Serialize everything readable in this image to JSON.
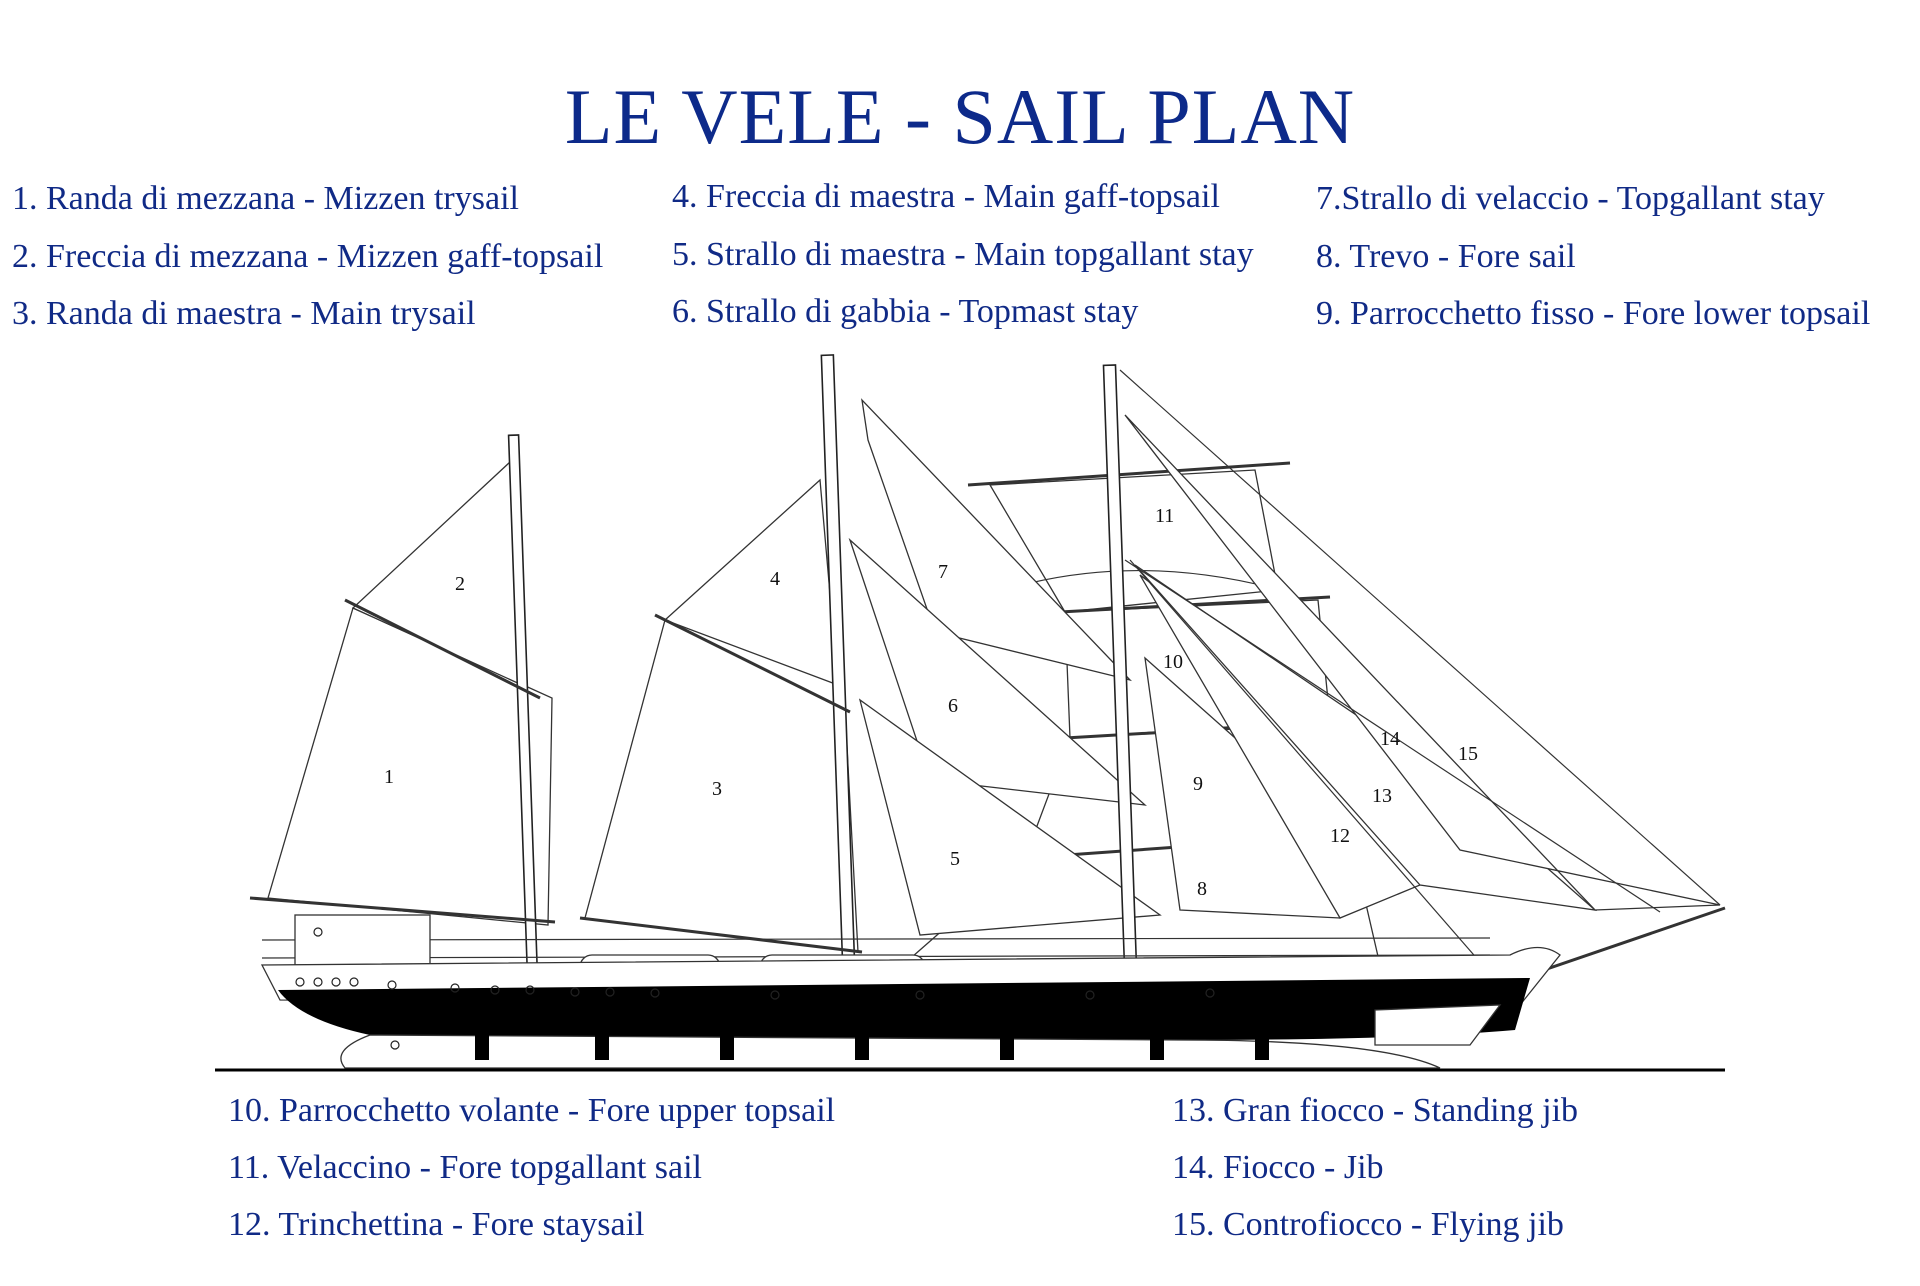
{
  "title": "LE VELE - SAIL PLAN",
  "legend_top": [
    "1. Randa di mezzana - Mizzen trysail",
    "2. Freccia di mezzana - Mizzen gaff-topsail",
    "3. Randa di maestra - Main trysail",
    "4. Freccia di maestra - Main gaff-topsail",
    "5. Strallo di maestra - Main topgallant stay",
    "6. Strallo di gabbia - Topmast stay",
    "7.Strallo di velaccio - Topgallant stay",
    "8. Trevo - Fore sail",
    "9. Parrocchetto fisso - Fore lower topsail"
  ],
  "legend_bottom": [
    "10. Parrocchetto volante - Fore upper topsail",
    "11. Velaccino - Fore topgallant sail",
    "12. Trinchettina - Fore staysail",
    "13. Gran fiocco - Standing jib",
    "14. Fiocco - Jib",
    "15. Controfiocco - Flying jib"
  ],
  "sail_numbers": [
    "1",
    "2",
    "3",
    "4",
    "5",
    "6",
    "7",
    "8",
    "9",
    "10",
    "11",
    "12",
    "13",
    "14",
    "15"
  ],
  "colors": {
    "text": "#102a86",
    "title": "#0d2a8a",
    "hull": "#000000"
  }
}
